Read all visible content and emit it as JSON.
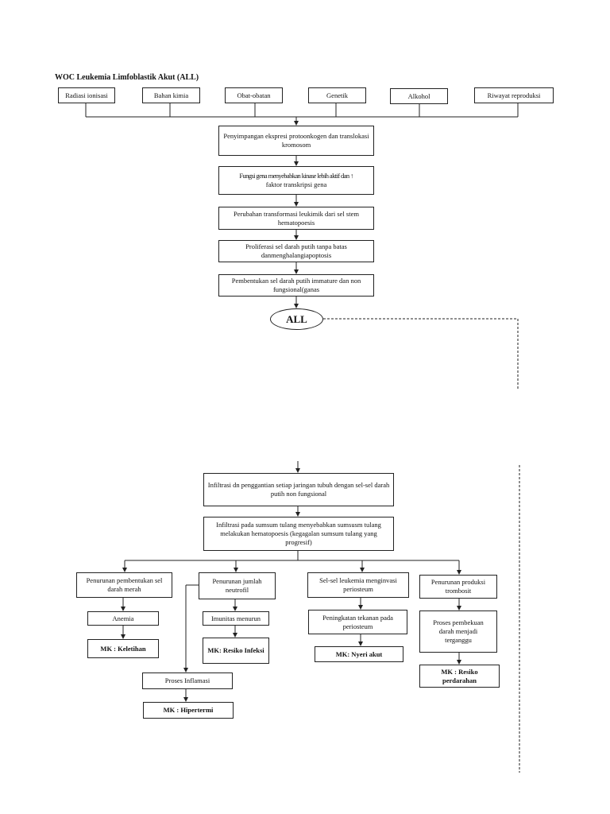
{
  "title": "WOC Leukemia Limfoblastik Akut (ALL)",
  "causes": [
    "Radiasi ionisasi",
    "Bahan kimia",
    "Obat-obatan",
    "Genetik",
    "Alkohol",
    "Riwayat reproduksi"
  ],
  "chain": [
    "Penyimpangan ekspresi protoonkogen dan translokasi kromosom",
    "Fungsi gena menyebabkan kinase lebih aktif dan ↑",
    "faktor transkripsi gena",
    "Perubahan transformasi leukimik dari sel stem hematopoesis",
    "Proliferasi sel darah putih tanpa batas danmenghalangiapoptosis",
    "Pembentukan sel darah putih immature dan non fungsional(ganas"
  ],
  "all_label": "ALL",
  "infiltration": [
    "Infiltrasi dn penggantian setiap jaringan tubuh dengan sel-sel darah putih non fungsional",
    "Infiltrasi pada sumsum tulang menyebabkan sumsusm tulang melakukan hematopoesis (kegagalan sumsum tulang yang progresif)"
  ],
  "branches": {
    "rbc": {
      "head": "Penurunan pembentukan sel darah merah",
      "mid": "Anemia",
      "mk": "MK : Keletihan"
    },
    "neutro": {
      "head": "Penurunan jumlah neutrofil",
      "mid": "Imunitas menurun",
      "mk": "MK: Resiko Infeksi"
    },
    "inflam": {
      "mid": "Proses Inflamasi",
      "mk": "MK : Hipertermi"
    },
    "perio": {
      "head": "Sel-sel leukemia menginvasi periosteum",
      "mid": "Peningkatan tekanan pada periosteum",
      "mk": "MK: Nyeri akut"
    },
    "trombo": {
      "head": "Penurunan produksi trombosit",
      "mid": "Proses pembekuan darah menjadi terganggu",
      "mk": "MK : Resiko perdarahan"
    }
  }
}
